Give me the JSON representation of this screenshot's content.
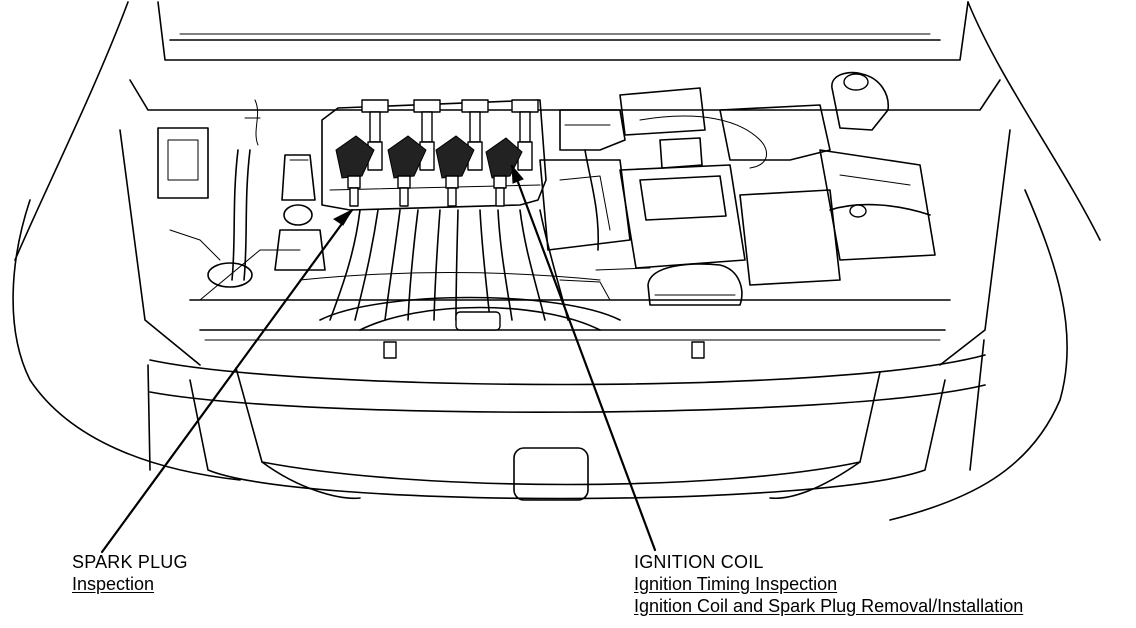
{
  "callouts": {
    "spark_plug": {
      "title": "SPARK PLUG",
      "links": [
        "Inspection"
      ]
    },
    "ignition_coil": {
      "title": "IGNITION COIL",
      "links": [
        "Ignition Timing Inspection",
        "Ignition Coil and Spark Plug Removal/Installation"
      ]
    }
  },
  "colors": {
    "line": "#000000",
    "background": "#ffffff"
  }
}
